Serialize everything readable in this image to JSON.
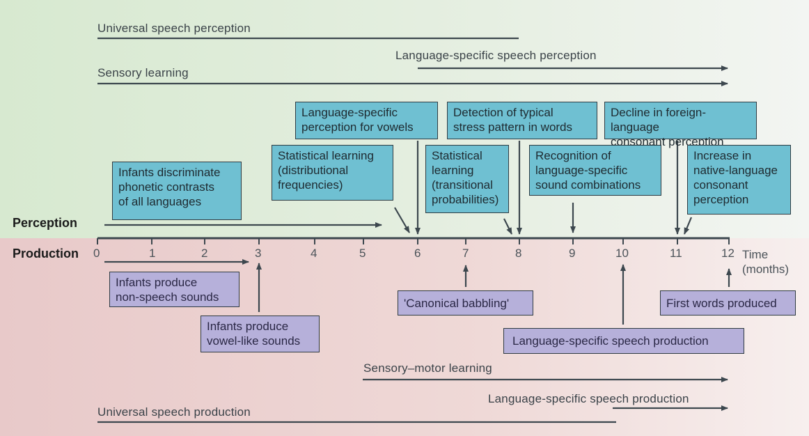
{
  "side_labels": {
    "perception": "Perception",
    "production": "Production"
  },
  "axis": {
    "ticks": [
      "0",
      "1",
      "2",
      "3",
      "4",
      "5",
      "6",
      "7",
      "8",
      "9",
      "10",
      "11",
      "12"
    ],
    "unit_line1": "Time",
    "unit_line2": "(months)"
  },
  "timelines": [
    {
      "label": "Universal speech perception",
      "start": 0,
      "end": 8,
      "arrow": false
    },
    {
      "label": "Language-specific speech perception",
      "start": 6,
      "end": 12,
      "arrow": true
    },
    {
      "label": "Sensory learning",
      "start": 0,
      "end": 12,
      "arrow": true
    },
    {
      "label": "Sensory–motor learning",
      "start": 5,
      "end": 12,
      "arrow": true
    },
    {
      "label": "Language-specific speech production",
      "start": 10,
      "end": 12,
      "arrow": true
    },
    {
      "label": "Universal speech production",
      "start": 0,
      "end": 10,
      "arrow": false
    }
  ],
  "perception_boxes": [
    {
      "text": "Infants discriminate\nphonetic contrasts\nof all languages"
    },
    {
      "text": "Statistical learning\n(distributional\nfrequencies)"
    },
    {
      "text": "Language-specific\nperception for vowels"
    },
    {
      "text": "Statistical\nlearning\n(transitional\nprobabilities)"
    },
    {
      "text": "Detection of typical\nstress pattern in words"
    },
    {
      "text": "Recognition of\nlanguage-specific\nsound combinations"
    },
    {
      "text": "Decline in foreign-language\nconsonant perception"
    },
    {
      "text": "Increase in\nnative-language\nconsonant\nperception"
    }
  ],
  "production_boxes": [
    {
      "text": "Infants produce\nnon-speech sounds"
    },
    {
      "text": "Infants produce\nvowel-like sounds"
    },
    {
      "text": "'Canonical babbling'"
    },
    {
      "text": "First words produced"
    },
    {
      "text": "Language-specific speech production"
    }
  ],
  "colors": {
    "perception_box": "#6fc0d2",
    "production_box": "#b6b0da",
    "line": "#3c474e",
    "axis": "#3c474e"
  }
}
